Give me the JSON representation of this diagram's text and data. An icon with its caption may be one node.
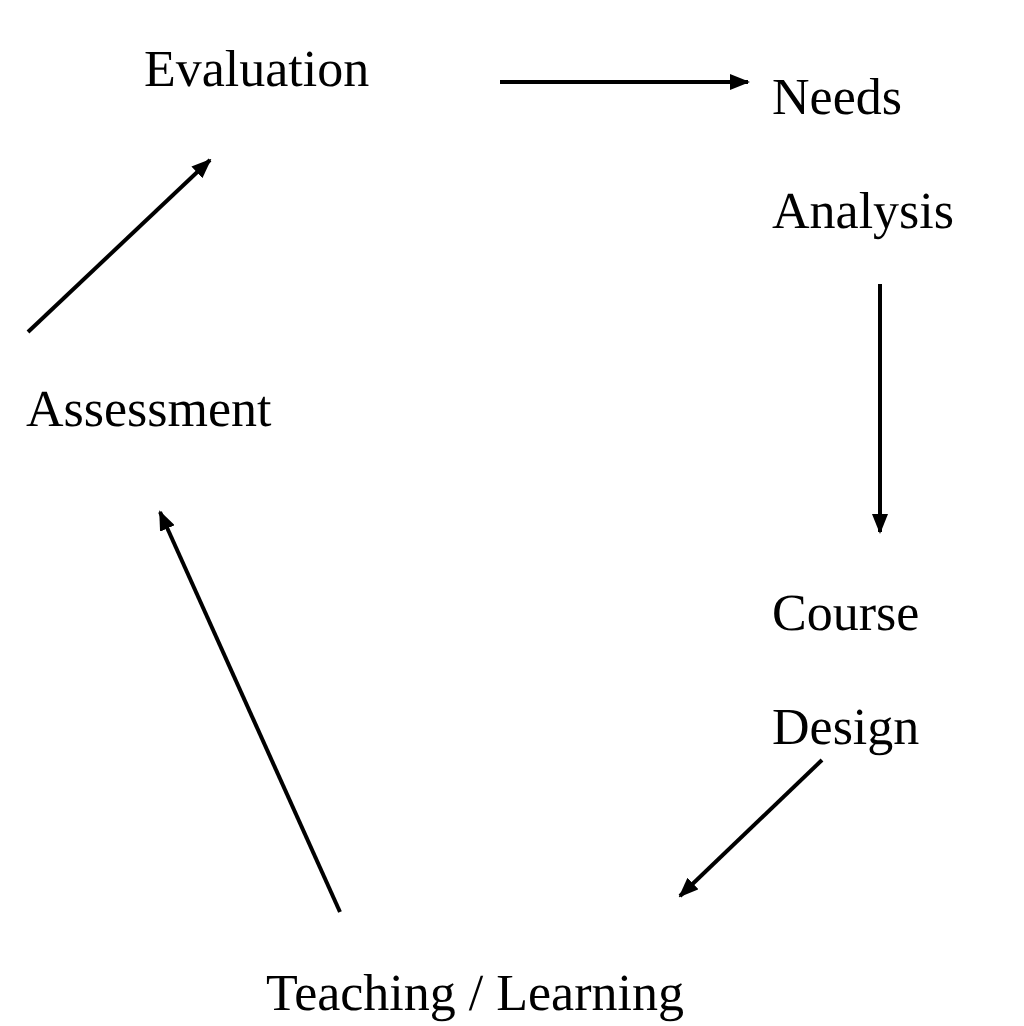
{
  "diagram": {
    "nodes": [
      {
        "text": [
          "Evaluation"
        ]
      },
      {
        "text": [
          "Needs Analysis"
        ]
      },
      {
        "text": [
          "Course Design"
        ]
      },
      {
        "text": [
          "Teaching / Learning"
        ]
      },
      {
        "text": [
          "Assessment"
        ]
      }
    ],
    "edges": [
      {
        "from": 0,
        "to": 1,
        "arrow": "to"
      },
      {
        "from": 1,
        "to": 2,
        "arrow": "to"
      },
      {
        "from": 2,
        "to": 3,
        "arrow": "to"
      },
      {
        "from": 3,
        "to": 4,
        "arrow": "to"
      },
      {
        "from": 4,
        "to": 0,
        "arrow": "to"
      }
    ]
  }
}
